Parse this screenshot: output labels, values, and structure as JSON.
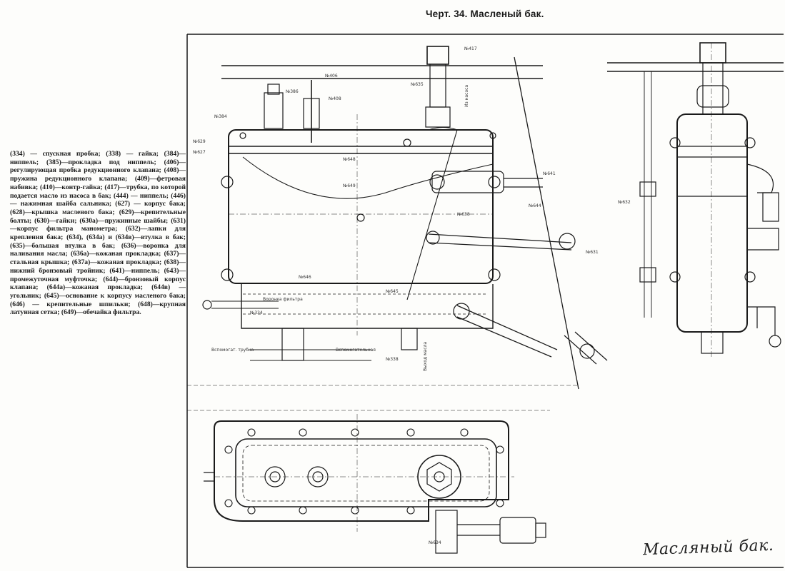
{
  "header": {
    "title": "Черт. 34. Масленый бак."
  },
  "legend": {
    "text": "(334) — спускная пробка; (338) — гайка; (384)—ниппель; (385)—прокладка под ниппель; (406)—регулирующая пробка редукционного клапана; (408)—пружина редукционного клапана; (409)—фетровая набивка; (410)—контр-гайка; (417)—трубка, по которой подается масло из насоса в бак; (444) — ниппель; (446) — нажимная шайба сальника; (627) — корпус бака; (628)—крышка масленого бака; (629)—крепительные болты; (630)—гайки; (630а)—пружинные шайбы; (631)—корпус фильтра манометра; (632)—лапки для крепления бака; (634), (634а) и (634в)—втулка в бак; (635)—большая втулка в бак; (636)—воронка для наливания масла; (636а)—кожаная прокладка; (637)—стальная крышка; (637а)—кожаная прокладка; (638)—нижний бронзовый тройник; (641)—ниппель; (643)—промежуточная муфточка; (644)—бронзовый корпус клапана; (644а)—кожаная прокладка; (644в) — угольник; (645)—основание к корпусу масленого бака; (646) — крепительные шпильки; (648)—крупная латунная сетка; (649)—обечайка фильтра."
  },
  "drawing": {
    "callouts": [
      "№417",
      "№406",
      "№386",
      "№408",
      "№384",
      "№635",
      "№629",
      "№627",
      "№648",
      "№649",
      "№641",
      "№644",
      "№638",
      "№631",
      "№646",
      "№645",
      "№334",
      "№338",
      "№632",
      "№634"
    ],
    "labels": {
      "filter_left": "Воронка фильтра",
      "pump_left": "Вспомогат. трубка",
      "pump_right": "Вспомогательная",
      "vertical_right": "Выход масла",
      "vertical_top": "Из насоса"
    },
    "signature": "Масляный бак."
  }
}
